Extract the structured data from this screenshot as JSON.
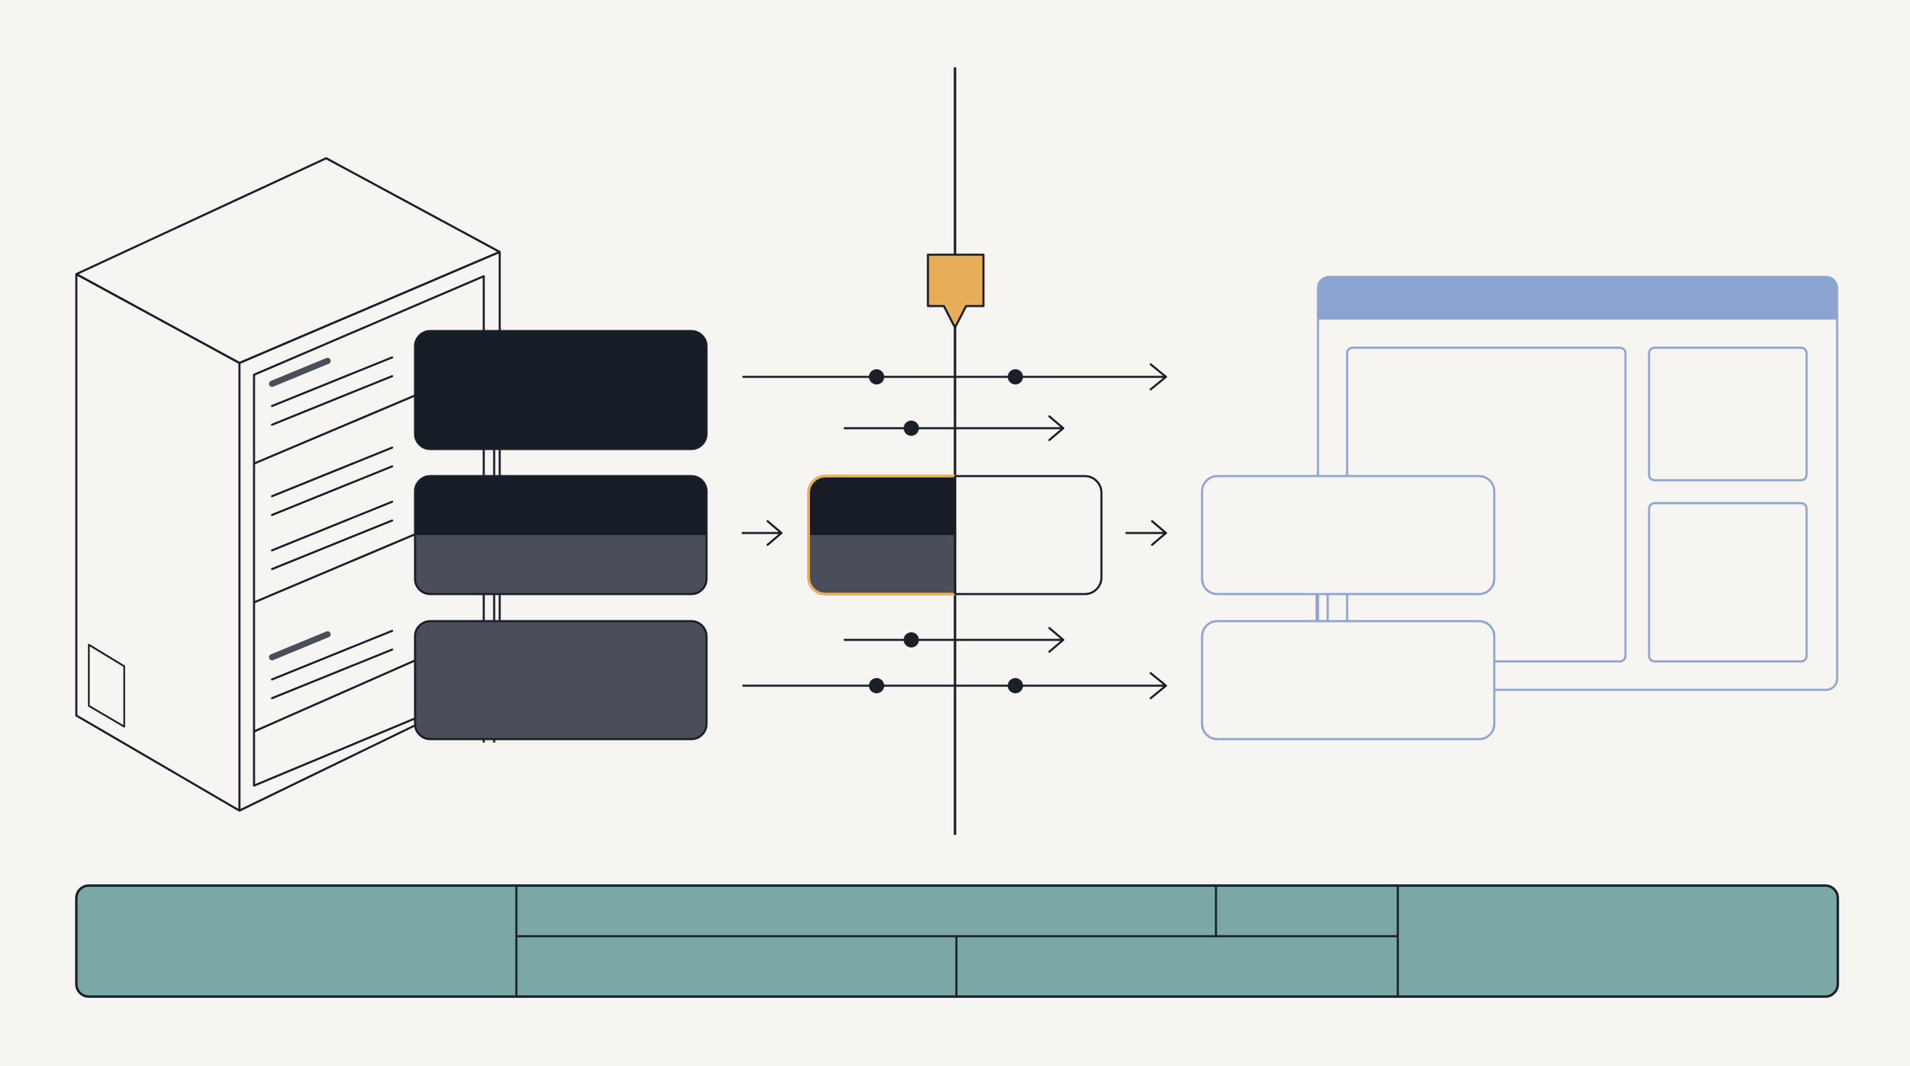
{
  "diagram": {
    "palette": {
      "background": "#f6f5f1",
      "ink": "#1a1f29",
      "dark_block": "#171d27",
      "gray_block": "#4a4e5b",
      "marker_orange": "#e8ad58",
      "window_blue": "#8aa3d0",
      "window_stroke": "#8ea3cf",
      "timeline_teal": "#79a8a7"
    },
    "nodes": [
      {
        "id": "server-cabinet",
        "icon": "server-rack-icon"
      },
      {
        "id": "source-block-dark",
        "style": "dark"
      },
      {
        "id": "source-block-split",
        "style": "dark-over-gray"
      },
      {
        "id": "source-block-gray",
        "style": "gray"
      },
      {
        "id": "playhead-marker",
        "icon": "marker-pin-icon"
      },
      {
        "id": "transition-block",
        "style": "half-filled with orange highlight"
      },
      {
        "id": "target-block-1",
        "style": "blue outline"
      },
      {
        "id": "target-block-2",
        "style": "blue outline"
      },
      {
        "id": "app-window",
        "icon": "window-layout-icon"
      },
      {
        "id": "timeline-bar",
        "style": "teal segmented track"
      }
    ],
    "flows": [
      {
        "id": "flow-top",
        "direction": "left-to-right",
        "dots": 2
      },
      {
        "id": "flow-upper",
        "direction": "left-to-right",
        "dots": 1
      },
      {
        "id": "flow-middle-in",
        "direction": "left-to-right",
        "dots": 0
      },
      {
        "id": "flow-middle-out",
        "direction": "left-to-right",
        "dots": 0
      },
      {
        "id": "flow-lower",
        "direction": "left-to-right",
        "dots": 1
      },
      {
        "id": "flow-bottom",
        "direction": "left-to-right",
        "dots": 2
      }
    ]
  }
}
